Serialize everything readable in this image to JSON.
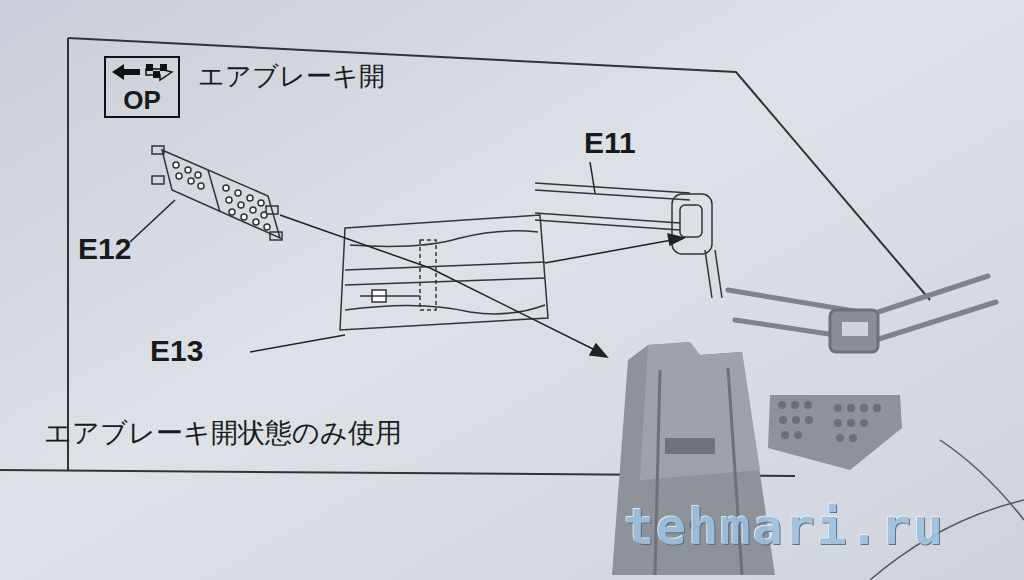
{
  "diagram": {
    "title": "エアブレーキ開",
    "nodes": [
      {
        "text": [
          "OP"
        ]
      }
    ],
    "labels": [
      "E12",
      "E11",
      "E13",
      "エアブレーキ開状態のみ使用",
      "tehmari.ru"
    ]
  }
}
